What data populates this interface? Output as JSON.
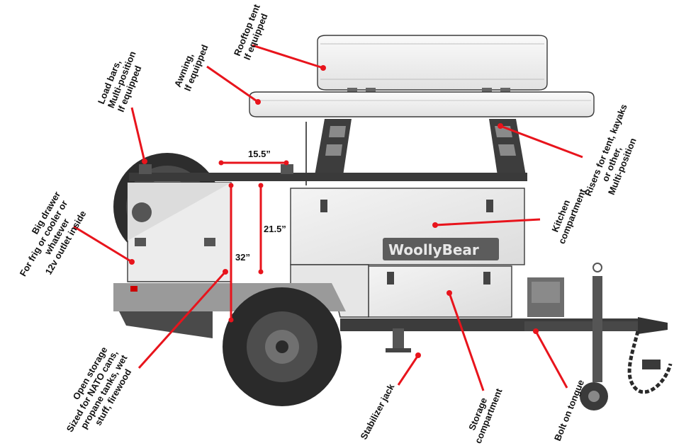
{
  "diagram": {
    "labels": {
      "rooftop_tent": [
        "Rooftop tent",
        "If equipped"
      ],
      "awning": [
        "Awning,",
        "If equipped"
      ],
      "load_bars": [
        "Load bars,",
        "Multi-position",
        "If equipped"
      ],
      "risers": [
        "Risers for tent, kayaks",
        "or other,",
        "Multi-position"
      ],
      "big_drawer": [
        "Big drawer",
        "For frig or cooler or",
        "whatever",
        "12v outlet inside"
      ],
      "kitchen": [
        "Kitchen",
        "compartment"
      ],
      "open_storage": [
        "Open storage",
        "Sized for NATO cans,",
        "propane tanks, wet",
        "stuff, firewood"
      ],
      "stabilizer_jack": [
        "Stabilizer jack"
      ],
      "storage_compartment": [
        "Storage",
        "compartment"
      ],
      "bolt_on_tongue": [
        "Bolt on tongue"
      ]
    },
    "dimensions": {
      "rack_width": "15.5”",
      "rack_height": "21.5”",
      "overall_height": "32”"
    },
    "brand_text": "WoollyBear"
  },
  "colors": {
    "leader": "#e8141c",
    "body_panel": "#ebebeb",
    "frame": "#3c3c3c",
    "tire": "#2b2b2b"
  }
}
